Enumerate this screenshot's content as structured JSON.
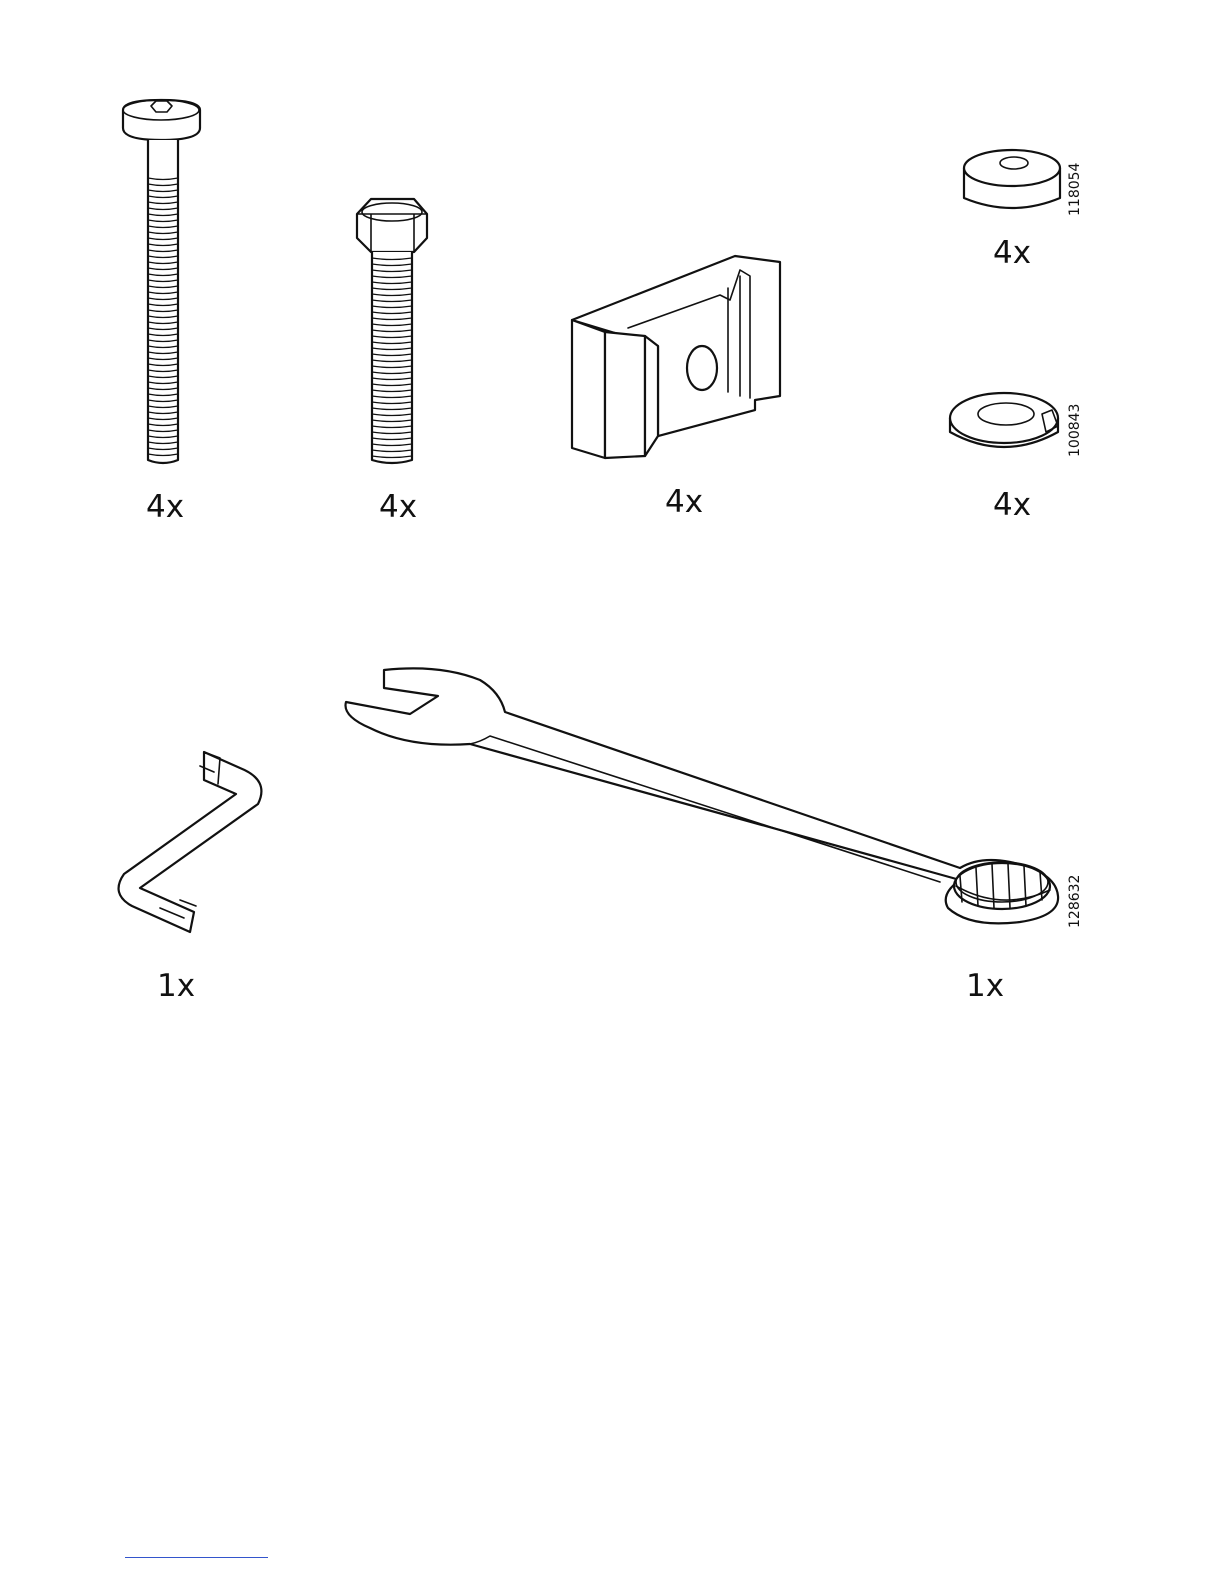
{
  "parts": [
    {
      "id": "long-allen-bolt",
      "quantity": "4x"
    },
    {
      "id": "hex-bolt",
      "quantity": "4x"
    },
    {
      "id": "bracket-plate",
      "quantity": "4x"
    },
    {
      "id": "spacer-washer",
      "quantity": "4x",
      "article_number": "118054"
    },
    {
      "id": "spring-washer",
      "quantity": "4x",
      "article_number": "100843"
    }
  ],
  "tools": [
    {
      "id": "allen-key",
      "quantity": "1x"
    },
    {
      "id": "combination-wrench",
      "quantity": "1x",
      "article_number": "128632"
    }
  ],
  "colors": {
    "line": "#111111",
    "background": "#ffffff",
    "footer_rule": "#3355cc"
  }
}
